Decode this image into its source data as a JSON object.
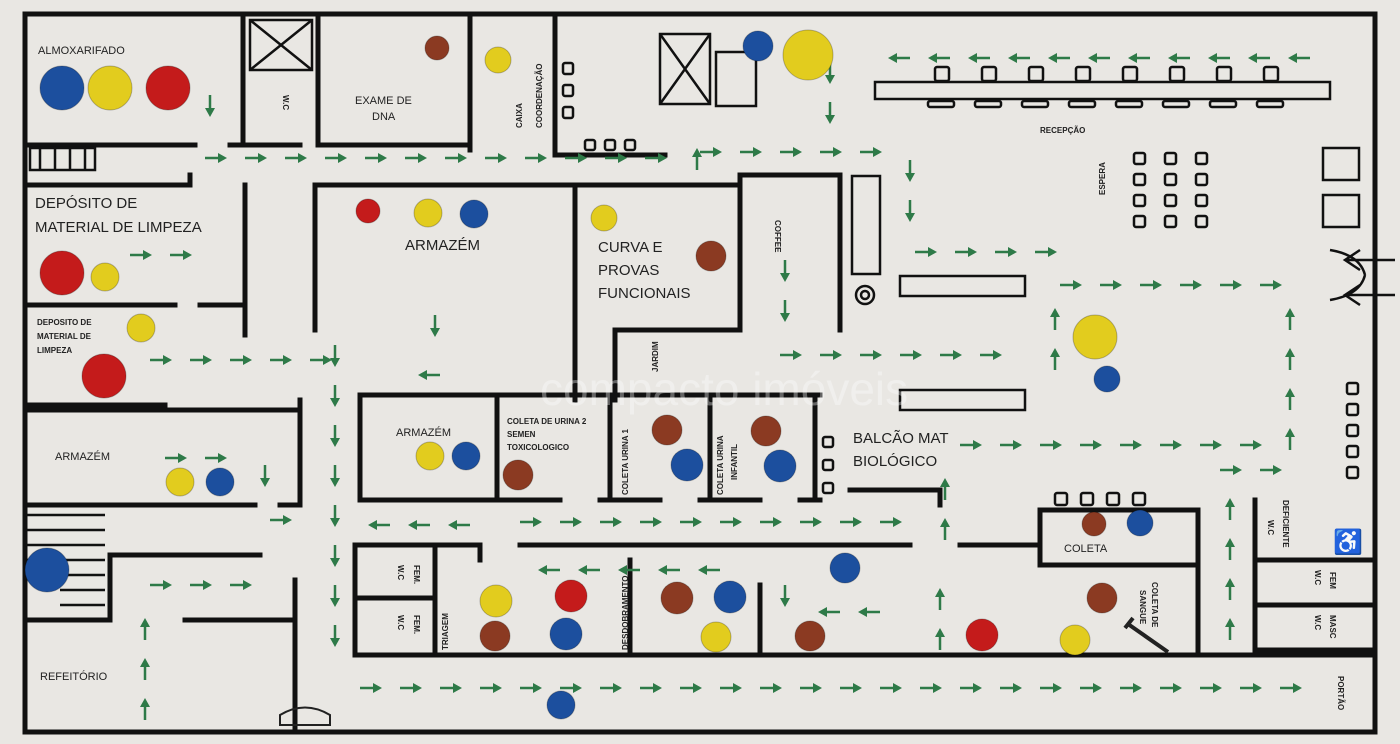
{
  "title": "Floor plan with evacuation routes",
  "rooms": {
    "almoxarifado": "ALMOXARIFADO",
    "wc_top": "W.C",
    "exame_dna_1": "EXAME DE",
    "exame_dna_2": "DNA",
    "caixa": "CAIXA",
    "coordenacao": "COORDENAÇÃO",
    "recepcao": "RECEPÇÃO",
    "espera": "ESPERA",
    "deposito_1a": "DEPÓSITO DE",
    "deposito_1b": "MATERIAL DE LIMPEZA",
    "armazem_top": "ARMAZÉM",
    "curva_1": "CURVA E",
    "curva_2": "PROVAS",
    "curva_3": "FUNCIONAIS",
    "coffee": "COFFEE",
    "jardim": "JARDIM",
    "deposito_2a": "DEPOSITO DE",
    "deposito_2b": "MATERIAL DE",
    "deposito_2c": "LIMPEZA",
    "armazem_left": "ARMAZÉM",
    "armazem_mid": "ARMAZÉM",
    "coleta_urina2_a": "COLETA DE URINA 2",
    "coleta_urina2_b": "SEMEN",
    "coleta_urina2_c": "TOXICOLOGICO",
    "coleta_urina1": "COLETA URINA 1",
    "coleta_urina_inf_a": "COLETA URINA",
    "coleta_urina_inf_b": "INFANTIL",
    "balcao_1": "BALCÃO MAT",
    "balcao_2": "BIOLÓGICO",
    "coleta": "COLETA",
    "wc_fem_a": "W.C",
    "wc_fem_b": "FEM.",
    "wc_fem2_a": "W.C",
    "wc_fem2_b": "FEM.",
    "triagem": "TRIAGEM",
    "desdobramento": "DESDOBRAMENTO",
    "coleta_sangue_a": "COLETA DE",
    "coleta_sangue_b": "SANGUE",
    "wc_def_a": "W.C",
    "wc_def_b": "DEFICIENTE",
    "wc_fem3_a": "W.C",
    "wc_fem3_b": "FEM",
    "wc_masc_a": "W.C",
    "wc_masc_b": "MASC",
    "refeitorio": "REFEITÓRIO",
    "portao": "PORTÃO"
  },
  "watermark": "compacto imóveis",
  "colors": {
    "blue": "#1c4f9e",
    "yellow": "#e2cc1e",
    "red": "#c41b1b",
    "brown": "#8b3a22",
    "route": "#2e7a48"
  }
}
